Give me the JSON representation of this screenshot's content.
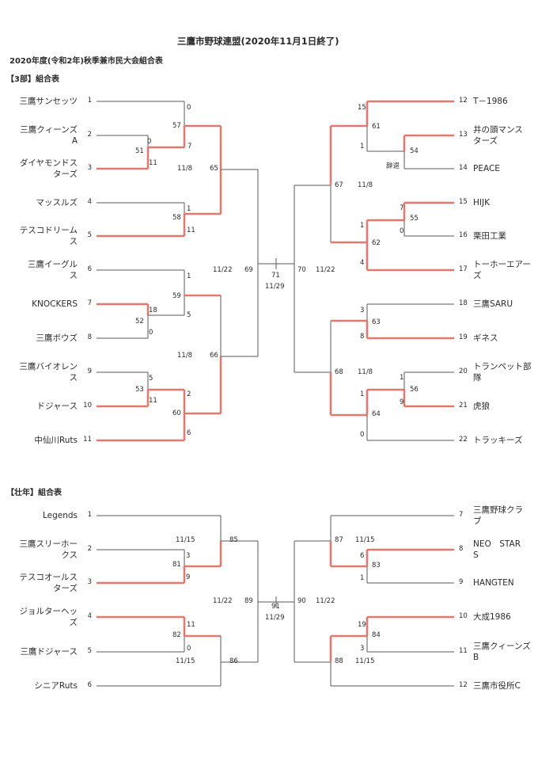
{
  "title": "三鷹市野球連盟(2020年11月1日終了)",
  "subtitle": "2020年度(令和2年)秋季兼市民大会組合表",
  "division3": {
    "heading": "【3部】組合表",
    "left_teams": [
      {
        "no": "1",
        "name": "三鷹サンセッツ"
      },
      {
        "no": "2",
        "name": "三鷹クィーンズ",
        "name2": "A"
      },
      {
        "no": "3",
        "name": "ダイヤモンドス",
        "name2": "ターズ"
      },
      {
        "no": "4",
        "name": "マッスルズ"
      },
      {
        "no": "5",
        "name": "テスコドリーム",
        "name2": "ス"
      },
      {
        "no": "6",
        "name": "三鷹イーグル",
        "name2": "ス"
      },
      {
        "no": "7",
        "name": "KNOCKERS"
      },
      {
        "no": "8",
        "name": "三鷹ボウズ"
      },
      {
        "no": "9",
        "name": "三鷹バイオレン",
        "name2": "ス"
      },
      {
        "no": "10",
        "name": "ドジャース"
      },
      {
        "no": "11",
        "name": "中仙川Ruts"
      }
    ],
    "right_teams": [
      {
        "no": "12",
        "name": "T－1986"
      },
      {
        "no": "13",
        "name": "井の頭マンス",
        "name2": "ターズ"
      },
      {
        "no": "14",
        "name": "PEACE"
      },
      {
        "no": "15",
        "name": "HIJK"
      },
      {
        "no": "16",
        "name": "栗田工業"
      },
      {
        "no": "17",
        "name": "トーホーエアー",
        "name2": "ズ"
      },
      {
        "no": "18",
        "name": "三鷹SARU"
      },
      {
        "no": "19",
        "name": "ギネス"
      },
      {
        "no": "20",
        "name": "トランペット部",
        "name2": "隊"
      },
      {
        "no": "21",
        "name": "虎狼"
      },
      {
        "no": "22",
        "name": "トラッキーズ"
      }
    ],
    "scores": [
      "0",
      "57",
      "7",
      "0",
      "51",
      "11",
      "1",
      "58",
      "11",
      "1",
      "59",
      "5",
      "18",
      "52",
      "0",
      "5",
      "53",
      "11",
      "2",
      "60",
      "6",
      "15",
      "61",
      "1",
      "54",
      "辞退",
      "7",
      "55",
      "0",
      "1",
      "62",
      "4",
      "3",
      "63",
      "8",
      "1",
      "56",
      "9",
      "1",
      "64",
      "0"
    ],
    "game_numbers": [
      "65",
      "66",
      "67",
      "68",
      "69",
      "70",
      "71"
    ],
    "dates": [
      "11/8",
      "11/8",
      "11/22",
      "11/29",
      "11/22",
      "11/8",
      "11/8"
    ]
  },
  "senior": {
    "heading": "【壮年】組合表",
    "left_teams": [
      {
        "no": "1",
        "name": "Legends"
      },
      {
        "no": "2",
        "name": "三鷹スリーホー",
        "name2": "クス"
      },
      {
        "no": "3",
        "name": "テスコオールス",
        "name2": "ターズ"
      },
      {
        "no": "4",
        "name": "ジョルターヘッ",
        "name2": "ズ"
      },
      {
        "no": "5",
        "name": "三鷹ドジャース"
      },
      {
        "no": "6",
        "name": "シニアRuts"
      }
    ],
    "right_teams": [
      {
        "no": "7",
        "name": "三鷹野球クラ",
        "name2": "ブ"
      },
      {
        "no": "8",
        "name": "NEO　STAR",
        "name2": "S"
      },
      {
        "no": "9",
        "name": "HANGTEN"
      },
      {
        "no": "10",
        "name": "大成1986"
      },
      {
        "no": "11",
        "name": "三鷹クィーンズ",
        "name2": "B"
      },
      {
        "no": "12",
        "name": "三鷹市役所C"
      }
    ],
    "scores": [
      "81",
      "3",
      "9",
      "82",
      "11",
      "0",
      "6",
      "83",
      "1",
      "84",
      "19",
      "3"
    ],
    "game_numbers": [
      "85",
      "86",
      "87",
      "88",
      "89",
      "90",
      "91"
    ],
    "dates": [
      "11/15",
      "11/15",
      "11/15",
      "11/15",
      "11/22",
      "11/29",
      "11/22"
    ]
  },
  "colors": {
    "win_line": "#e07a6e",
    "line": "#5a5a5a",
    "text": "#2a2a2a"
  }
}
